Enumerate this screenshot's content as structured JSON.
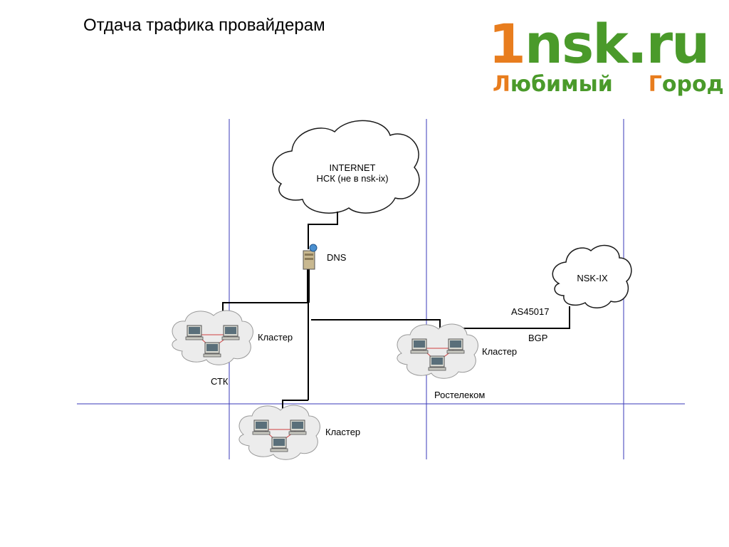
{
  "title": "Отдача трафика провайдерам",
  "logo": {
    "digit": "1",
    "domain": "nsk.ru",
    "slogan_first_letter": "Л",
    "slogan_first_rest": "юбимый",
    "slogan_second_letter": "Г",
    "slogan_second_rest": "ород",
    "colors": {
      "orange": "#e87d1e",
      "green": "#4a9a2a"
    }
  },
  "diagram": {
    "internet_cloud": {
      "line1": "INTERNET",
      "line2": "НСК (не в nsk-ix)"
    },
    "dns_server": {
      "label": "DNS"
    },
    "nskix_cloud": {
      "label": "NSK-IX"
    },
    "as_label": "AS45017",
    "bgp_label": "BGP",
    "clusters": {
      "stk": {
        "label": "Кластер",
        "provider": "СТК"
      },
      "rostelecom": {
        "label": "Кластер",
        "provider": "Ростелеком"
      },
      "bottom": {
        "label": "Кластер"
      }
    },
    "colors": {
      "grid": "#3a3ab8",
      "link": "#000000",
      "cloud_fill": "#ececec",
      "cloud_stroke": "#1a1a1a"
    }
  }
}
